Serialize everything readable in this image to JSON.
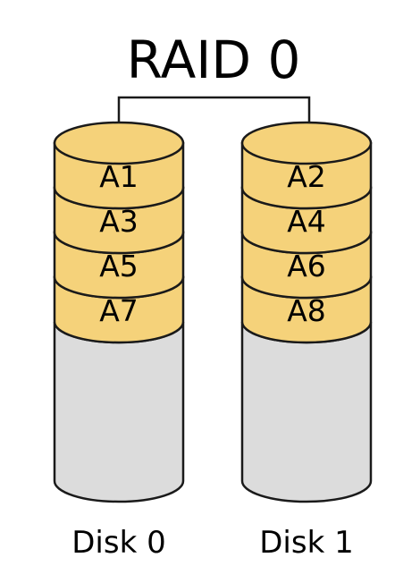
{
  "title": "RAID 0",
  "colors": {
    "block_fill": "#f5d27a",
    "empty_fill": "#dcdcdc",
    "stroke": "#1a1a1a",
    "text": "#000000"
  },
  "disks": [
    {
      "label": "Disk 0",
      "blocks": [
        "A1",
        "A3",
        "A5",
        "A7"
      ]
    },
    {
      "label": "Disk 1",
      "blocks": [
        "A2",
        "A4",
        "A6",
        "A8"
      ]
    }
  ]
}
